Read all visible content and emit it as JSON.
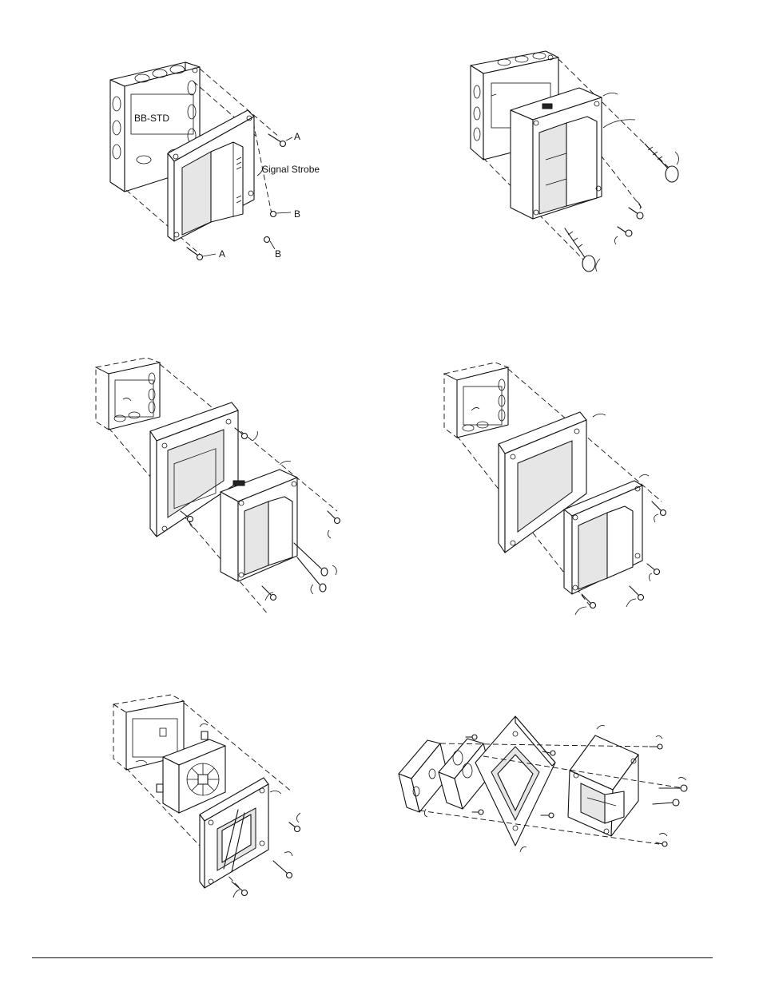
{
  "labels": {
    "box": "BB-STD",
    "device": "Signal Strobe",
    "screw_a": "A",
    "screw_b": "B"
  },
  "colors": {
    "line": "#111111",
    "background": "#ffffff"
  },
  "figures": [
    "figure-1",
    "figure-2",
    "figure-3",
    "figure-4",
    "figure-5",
    "figure-6"
  ]
}
